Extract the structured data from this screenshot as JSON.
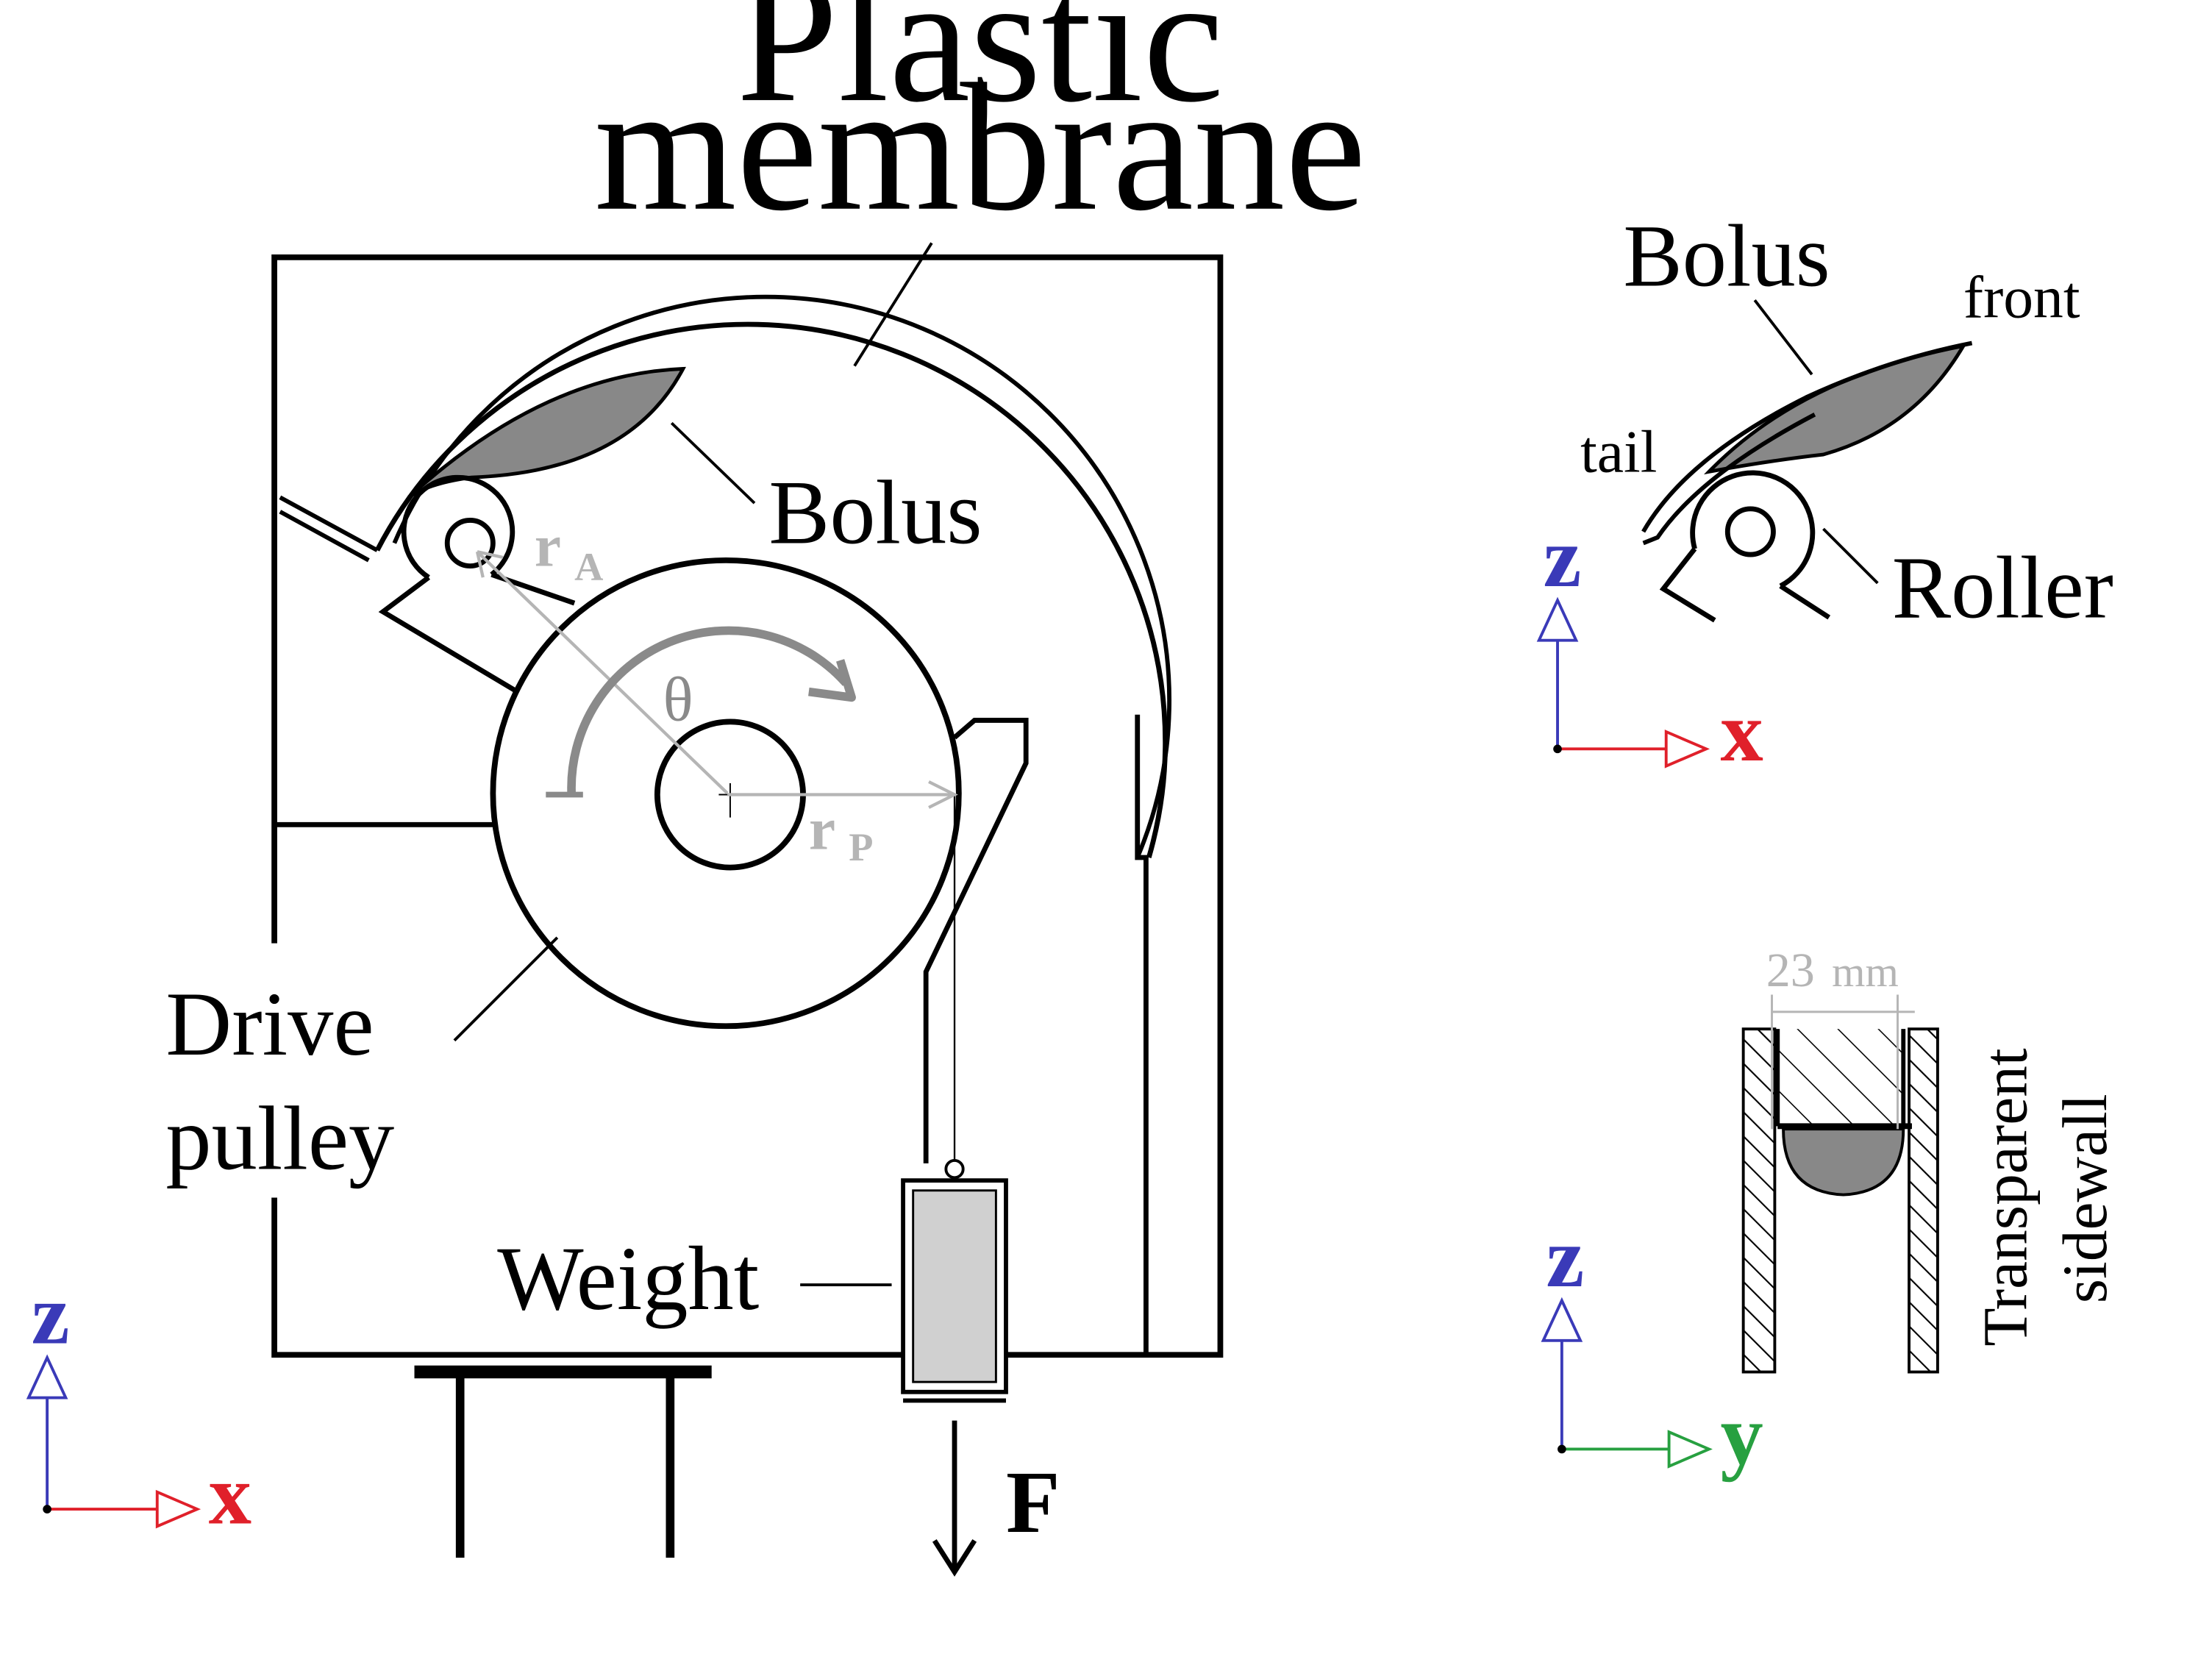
{
  "labels": {
    "plastic_line1": "Plastic",
    "plastic_line2": "membrane",
    "bolus_main": "Bolus",
    "drive_line1": "Drive",
    "drive_line2": "pulley",
    "weight": "Weight",
    "force": "F",
    "r_a_main": "r",
    "r_a_sub": "A",
    "r_p_main": "r",
    "r_p_sub": "P",
    "theta": "θ",
    "bolus_detail": "Bolus",
    "front": "front",
    "tail": "tail",
    "roller": "Roller",
    "width_value": "23",
    "width_unit": "mm",
    "sidewall_line1": "Transparent",
    "sidewall_line2": "sidewall"
  },
  "axes": {
    "main": {
      "vertical": "z",
      "horizontal": "x"
    },
    "side_detail": {
      "vertical": "z",
      "horizontal": "x"
    },
    "cross_section": {
      "vertical": "z",
      "horizontal": "y"
    }
  },
  "colors": {
    "z_axis": "#3a3ab8",
    "x_axis": "#e0202a",
    "y_axis": "#27a040",
    "bolus_fill": "#888888",
    "annotation_grey": "#b5b5b5",
    "weight_fill": "#d0d0d0"
  }
}
